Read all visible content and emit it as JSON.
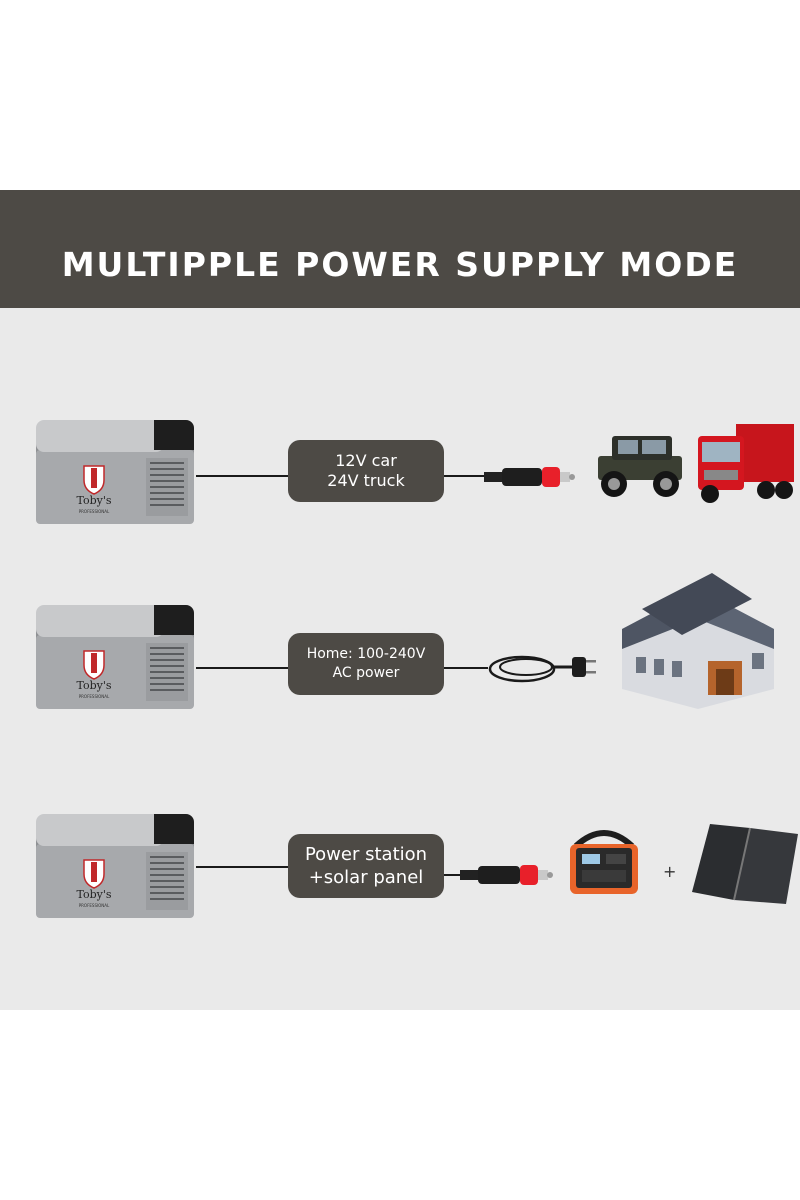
{
  "header": {
    "title": "MULTIPPLE POWER SUPPLY MODE"
  },
  "fridge": {
    "brand": "Toby's",
    "sub": "PROFESSIONAL"
  },
  "modes": [
    {
      "line1": "12V car",
      "line2": "24V truck"
    },
    {
      "line1": "Home: 100-240V",
      "line2": "AC power"
    },
    {
      "line1": "Power station",
      "line2": "+solar panel"
    }
  ],
  "plus_sign": "+",
  "colors": {
    "header": "#4d4a45",
    "panel": "#eaeaea",
    "accent_red": "#e8202a"
  }
}
